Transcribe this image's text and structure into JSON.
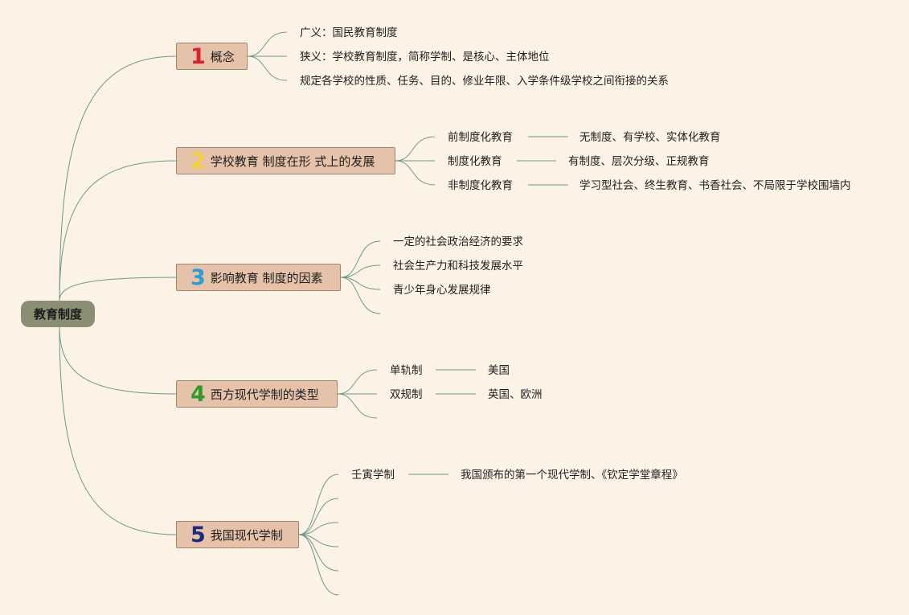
{
  "root": "教育制度",
  "colors": {
    "background": "#fdf2e6",
    "root_fill": "#8c8e74",
    "branch_fill": "#e6c2aa",
    "line": "#6b9a86"
  },
  "branches": [
    {
      "number": "1",
      "number_color": "#d9202b",
      "title": "概念",
      "children": [
        {
          "text": "广义：国民教育制度"
        },
        {
          "text": "狭义：学校教育制度，简称学制、是核心、主体地位"
        },
        {
          "text": "规定各学校的性质、任务、目的、修业年限、入学条件级学校之间衔接的关系"
        }
      ]
    },
    {
      "number": "2",
      "number_color": "#f2d23c",
      "title": "学校教育 制度在形 式上的发展",
      "children": [
        {
          "text": "前制度化教育",
          "detail": "无制度、有学校、实体化教育"
        },
        {
          "text": "制度化教育",
          "detail": "有制度、层次分级、正规教育"
        },
        {
          "text": "非制度化教育",
          "detail": "学习型社会、终生教育、书香社会、不局限于学校围墙内"
        }
      ]
    },
    {
      "number": "3",
      "number_color": "#2a9cd6",
      "title": "影响教育 制度的因素",
      "children": [
        {
          "text": "一定的社会政治经济的要求"
        },
        {
          "text": "社会生产力和科技发展水平"
        },
        {
          "text": "青少年身心发展规律"
        },
        {
          "text": ""
        }
      ]
    },
    {
      "number": "4",
      "number_color": "#2e9a2c",
      "title": "西方现代学制的类型",
      "children": [
        {
          "text": "单轨制",
          "detail": "美国"
        },
        {
          "text": "双规制",
          "detail": "英国、欧洲"
        },
        {
          "text": ""
        }
      ]
    },
    {
      "number": "5",
      "number_color": "#1e2a7c",
      "title": "我国现代学制",
      "children": [
        {
          "text": "壬寅学制",
          "detail": "我国颁布的第一个现代学制、《钦定学堂章程》"
        },
        {
          "text": ""
        },
        {
          "text": ""
        },
        {
          "text": ""
        },
        {
          "text": ""
        },
        {
          "text": ""
        }
      ]
    }
  ]
}
